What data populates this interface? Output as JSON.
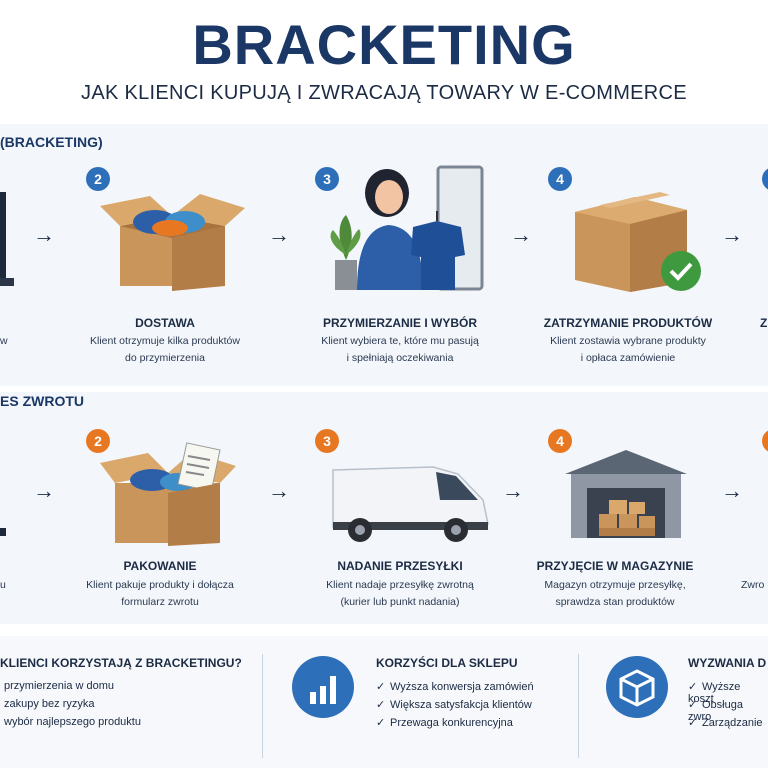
{
  "header": {
    "title": "BRACKETING",
    "subtitle": "JAK KLIENCI KUPUJĄ I ZWRACAJĄ TOWARY W E-COMMERCE"
  },
  "section1": {
    "label": "(BRACKETING)",
    "step1_desc_frag": "w",
    "steps": [
      {
        "num": "2",
        "title": "DOSTAWA",
        "desc1": "Klient otrzymuje kilka produktów",
        "desc2": "do przymierzenia"
      },
      {
        "num": "3",
        "title": "PRZYMIERZANIE I WYBÓR",
        "desc1": "Klient wybiera te, które mu pasują",
        "desc2": "i spełniają oczekiwania"
      },
      {
        "num": "4",
        "title": "ZATRZYMANIE PRODUKTÓW",
        "desc1": "Klient zostawia wybrane produkty",
        "desc2": "i opłaca zamówienie"
      }
    ],
    "next_title_frag": "Z"
  },
  "section2": {
    "label": "ES ZWROTU",
    "step1_desc_frag": "u",
    "steps": [
      {
        "num": "2",
        "title": "PAKOWANIE",
        "desc1": "Klient pakuje produkty i dołącza",
        "desc2": "formularz zwrotu"
      },
      {
        "num": "3",
        "title": "NADANIE PRZESYŁKI",
        "desc1": "Klient nadaje przesyłkę zwrotną",
        "desc2": "(kurier lub punkt nadania)"
      },
      {
        "num": "4",
        "title": "PRZYJĘCIE W MAGAZYNIE",
        "desc1": "Magazyn otrzymuje przesyłkę,",
        "desc2": "sprawdza stan produktów"
      }
    ],
    "next_desc_frag": "Zwro"
  },
  "bottom": {
    "col1": {
      "title": "KLIENCI KORZYSTAJĄ Z BRACKETINGU?",
      "items": [
        "przymierzenia w domu",
        "zakupy bez ryzyka",
        "wybór najlepszego produktu"
      ]
    },
    "col2": {
      "title": "KORZYŚCI DLA SKLEPU",
      "items": [
        "Wyższa konwersja zamówień",
        "Większa satysfakcja klientów",
        "Przewaga konkurencyjna"
      ]
    },
    "col3": {
      "title": "WYZWANIA D",
      "items": [
        "Wyższe koszt",
        "Obsługa zwro",
        "Zarządzanie"
      ]
    }
  },
  "icons": {
    "arrow": "→",
    "check": "✓",
    "chart": "bar-chart-icon",
    "box": "box-icon"
  },
  "colors": {
    "navy": "#1a3766",
    "blue": "#2d6fb8",
    "orange": "#e87722",
    "green": "#3f9a3f"
  }
}
